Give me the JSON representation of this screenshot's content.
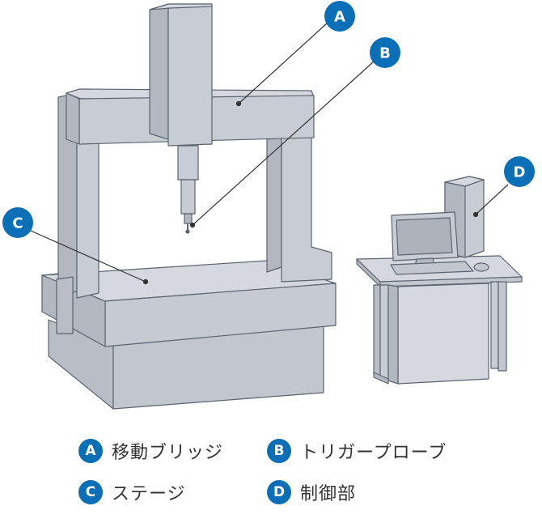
{
  "colors": {
    "accent": "#0a6fb7",
    "machine_fill": "#c8ccd3",
    "machine_light": "#d5d9df",
    "machine_dark": "#aeb3bb",
    "outline": "#5b6470"
  },
  "markers": {
    "a": "A",
    "b": "B",
    "c": "C",
    "d": "D"
  },
  "legend": [
    {
      "letter": "A",
      "label": "移動ブリッジ"
    },
    {
      "letter": "B",
      "label": "トリガープローブ"
    },
    {
      "letter": "C",
      "label": "ステージ"
    },
    {
      "letter": "D",
      "label": "制御部"
    }
  ]
}
